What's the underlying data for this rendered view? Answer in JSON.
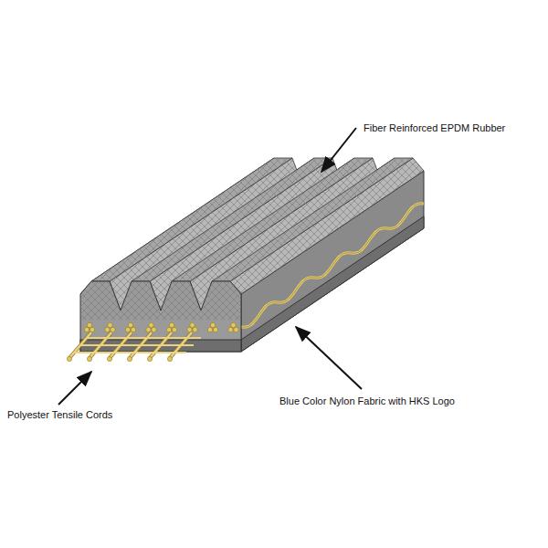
{
  "diagram": {
    "labels": [
      "Fiber Reinforced EPDM Rubber",
      "Polyester Tensile Cords",
      "Blue Color Nylon Fabric with HKS Logo"
    ]
  }
}
